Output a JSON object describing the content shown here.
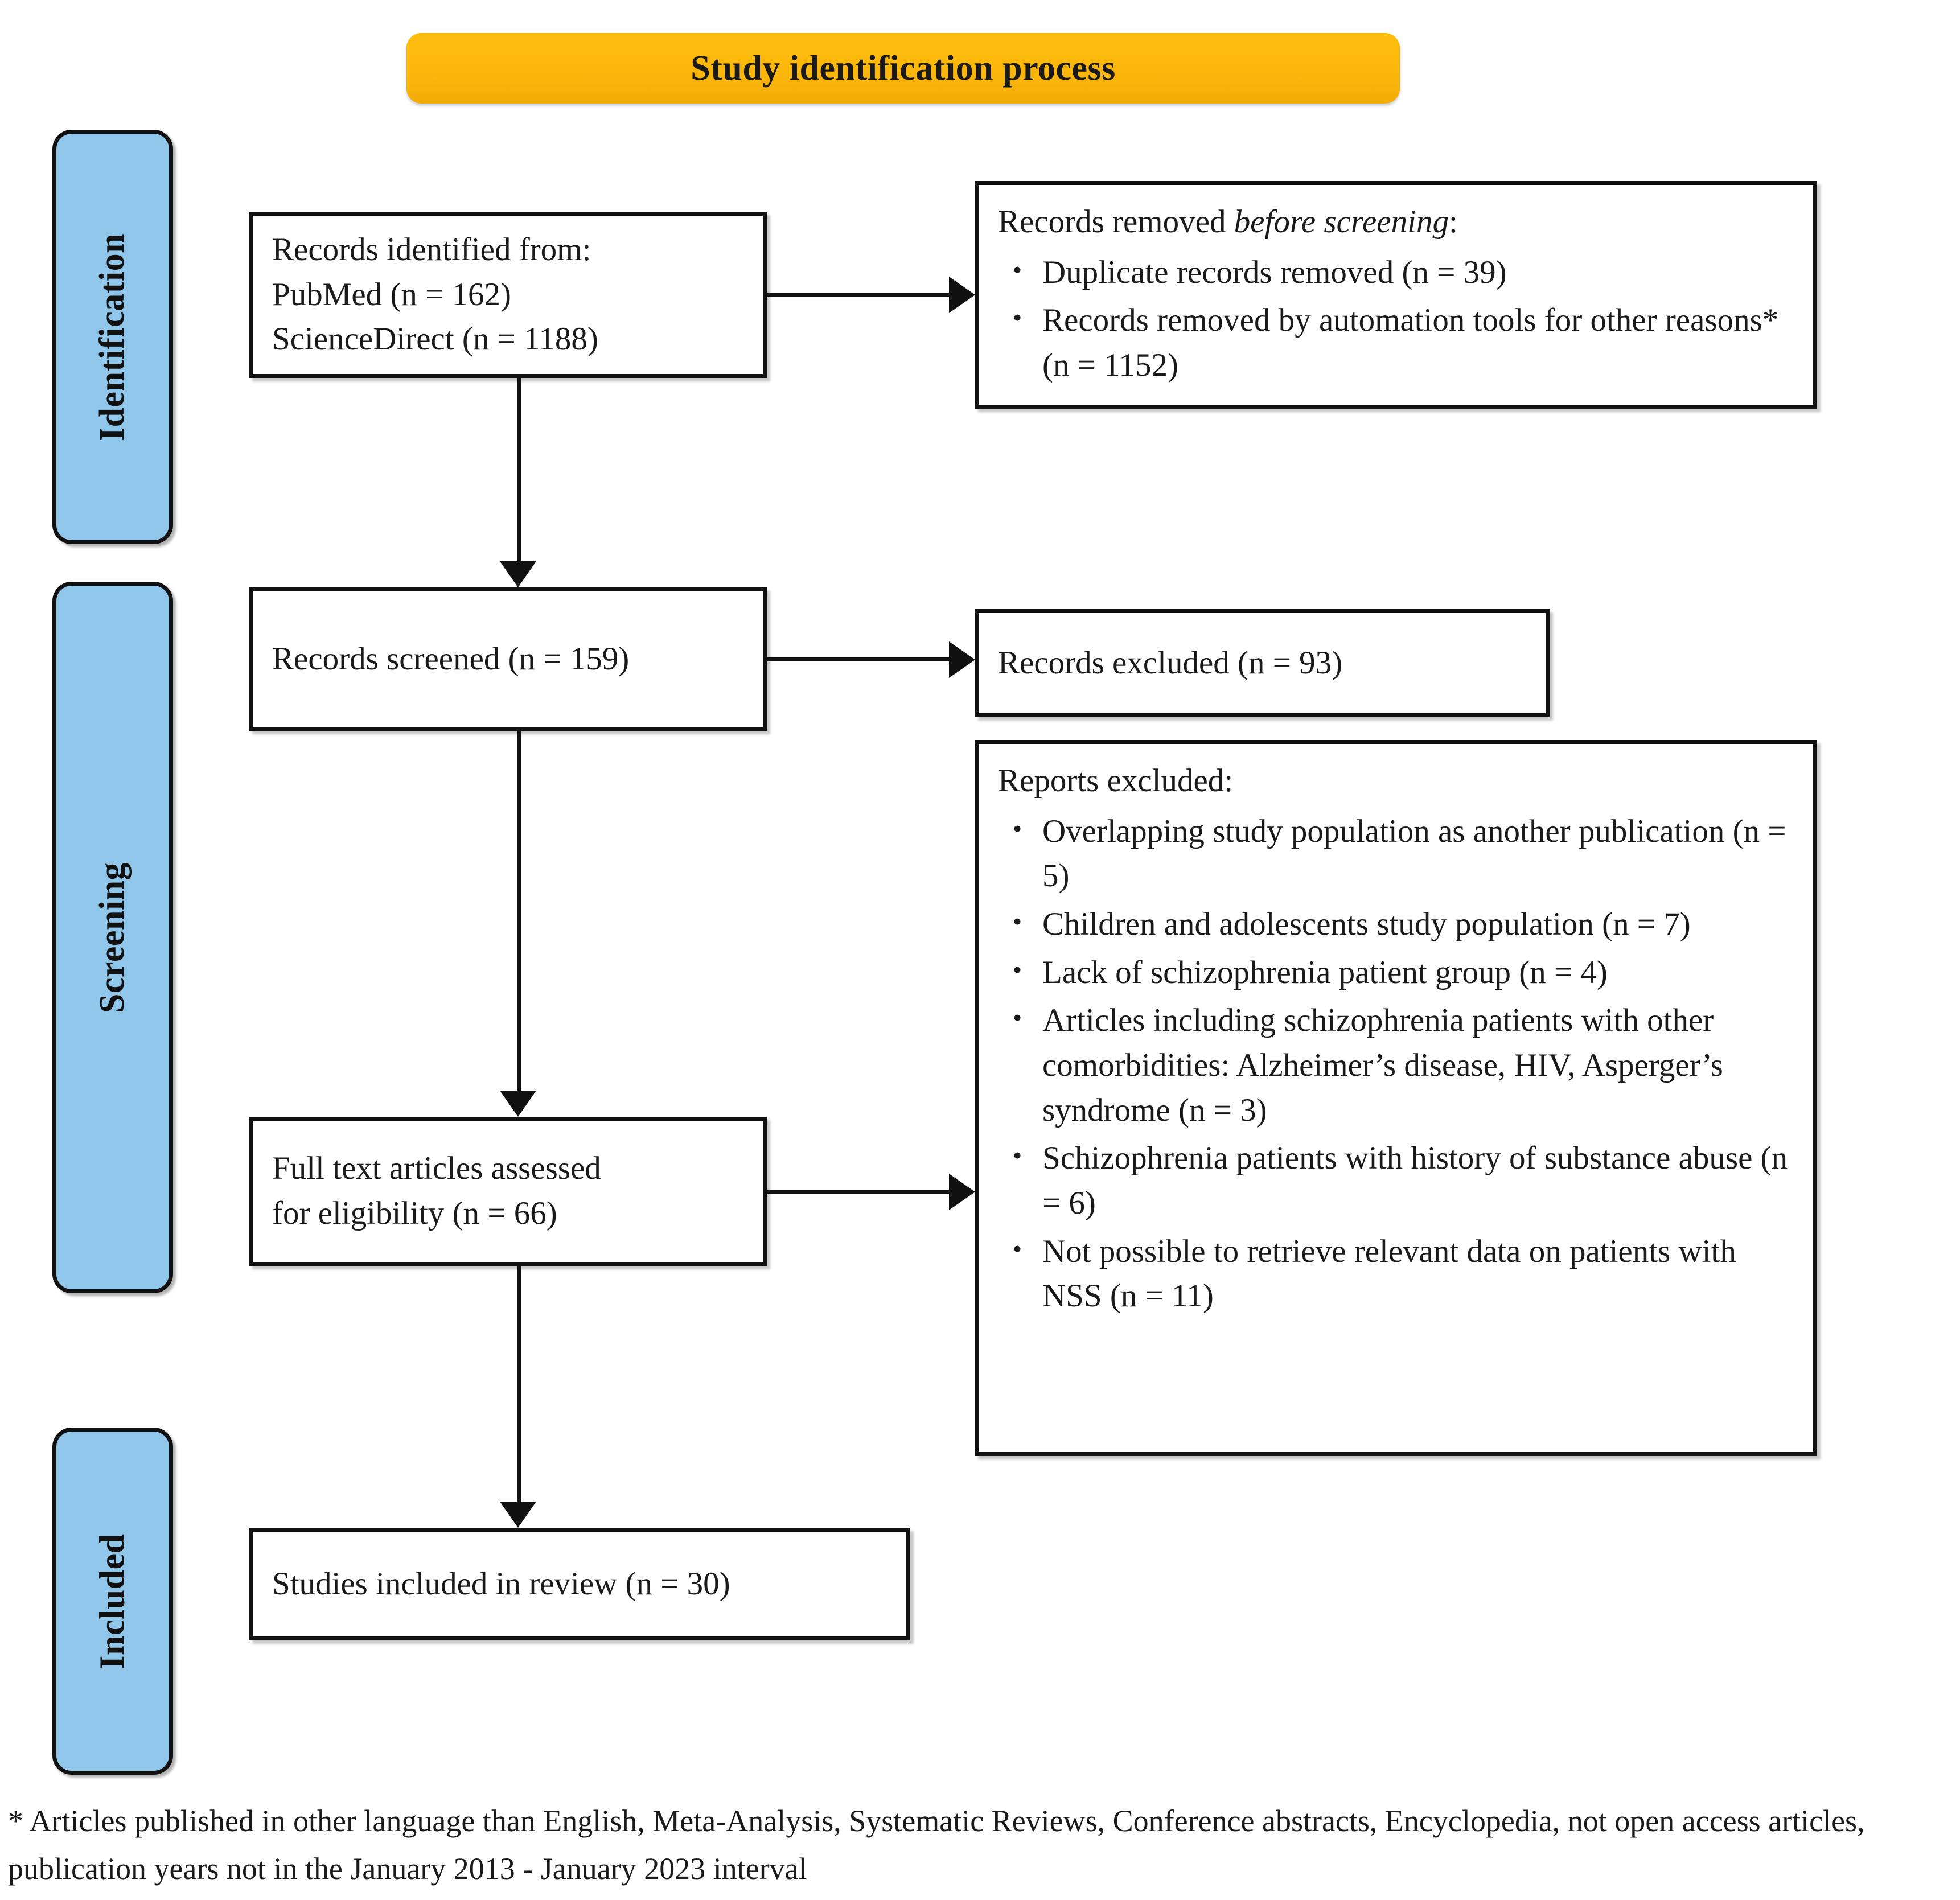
{
  "title": {
    "text": "Study identification process",
    "background_color": "#FBBA0E"
  },
  "stages": [
    {
      "label": "Identification"
    },
    {
      "label": "Screening"
    },
    {
      "label": "Included"
    }
  ],
  "stage_color": "#8FC6E9",
  "boxes": {
    "identified": {
      "line1": "Records identified from:",
      "line2": "PubMed (n = 162)",
      "line3": "ScienceDirect (n = 1188)"
    },
    "removed_before_screening": {
      "lead_prefix": "Records removed ",
      "lead_italic": "before screening",
      "lead_suffix": ":",
      "items": [
        "Duplicate records removed (n = 39)",
        "Records removed by automation tools for other reasons* (n = 1152)"
      ]
    },
    "screened": {
      "text": "Records screened (n = 159)"
    },
    "records_excluded": {
      "text": "Records excluded (n = 93)"
    },
    "full_text": {
      "line1": "Full text articles assessed",
      "line2": "for eligibility (n = 66)"
    },
    "reports_excluded": {
      "lead": "Reports excluded:",
      "items": [
        "Overlapping study population as another publication (n = 5)",
        "Children and adolescents study population (n = 7)",
        "Lack of schizophrenia patient group (n = 4)",
        "Articles including schizophrenia patients with other comorbidities: Alzheimer’s disease, HIV, Asperger’s syndrome (n = 3)",
        "Schizophrenia patients with history of substance abuse (n = 6)",
        "Not possible to retrieve relevant data on patients with NSS (n = 11)"
      ]
    },
    "included": {
      "text": "Studies included in review (n = 30)"
    }
  },
  "footnote": {
    "text": "*  Articles published in other language than English, Meta-Analysis, Systematic Reviews, Conference abstracts, Encyclopedia, not open access articles, publication years not in the January 2013 - January 2023 interval"
  }
}
